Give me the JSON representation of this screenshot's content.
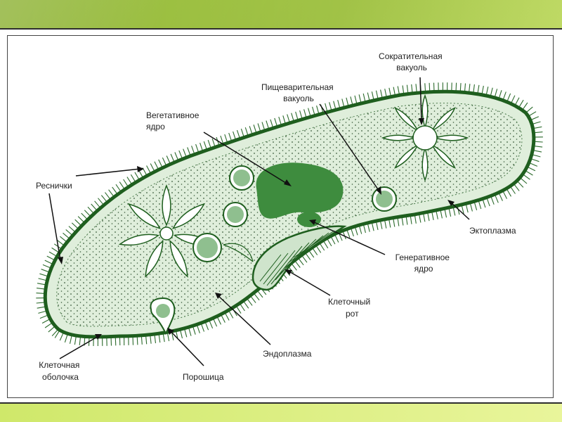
{
  "labels": {
    "contractile_vacuole": [
      "Сократительная",
      "вакуоль"
    ],
    "digestive_vacuole": [
      "Пищеварительная",
      "вакуоль"
    ],
    "vegetative_nucleus": [
      "Вегетативное",
      "ядро"
    ],
    "cilia": [
      "Реснички"
    ],
    "ectoplasm": [
      "Эктоплазма"
    ],
    "generative_nucleus": [
      "Генеративное",
      "ядро"
    ],
    "cell_mouth": [
      "Клеточный",
      "рот"
    ],
    "endoplasm": [
      "Эндоплазма"
    ],
    "cell_membrane": [
      "Клеточная",
      "оболочка"
    ],
    "anal_pore": [
      "Порошица"
    ]
  },
  "colors": {
    "cell_fill": "#dfeedb",
    "membrane": "#1e5e1e",
    "nucleus": "#3e8c3e",
    "top_bar": "#a2c444",
    "bottom_bar": "#dcee84"
  }
}
